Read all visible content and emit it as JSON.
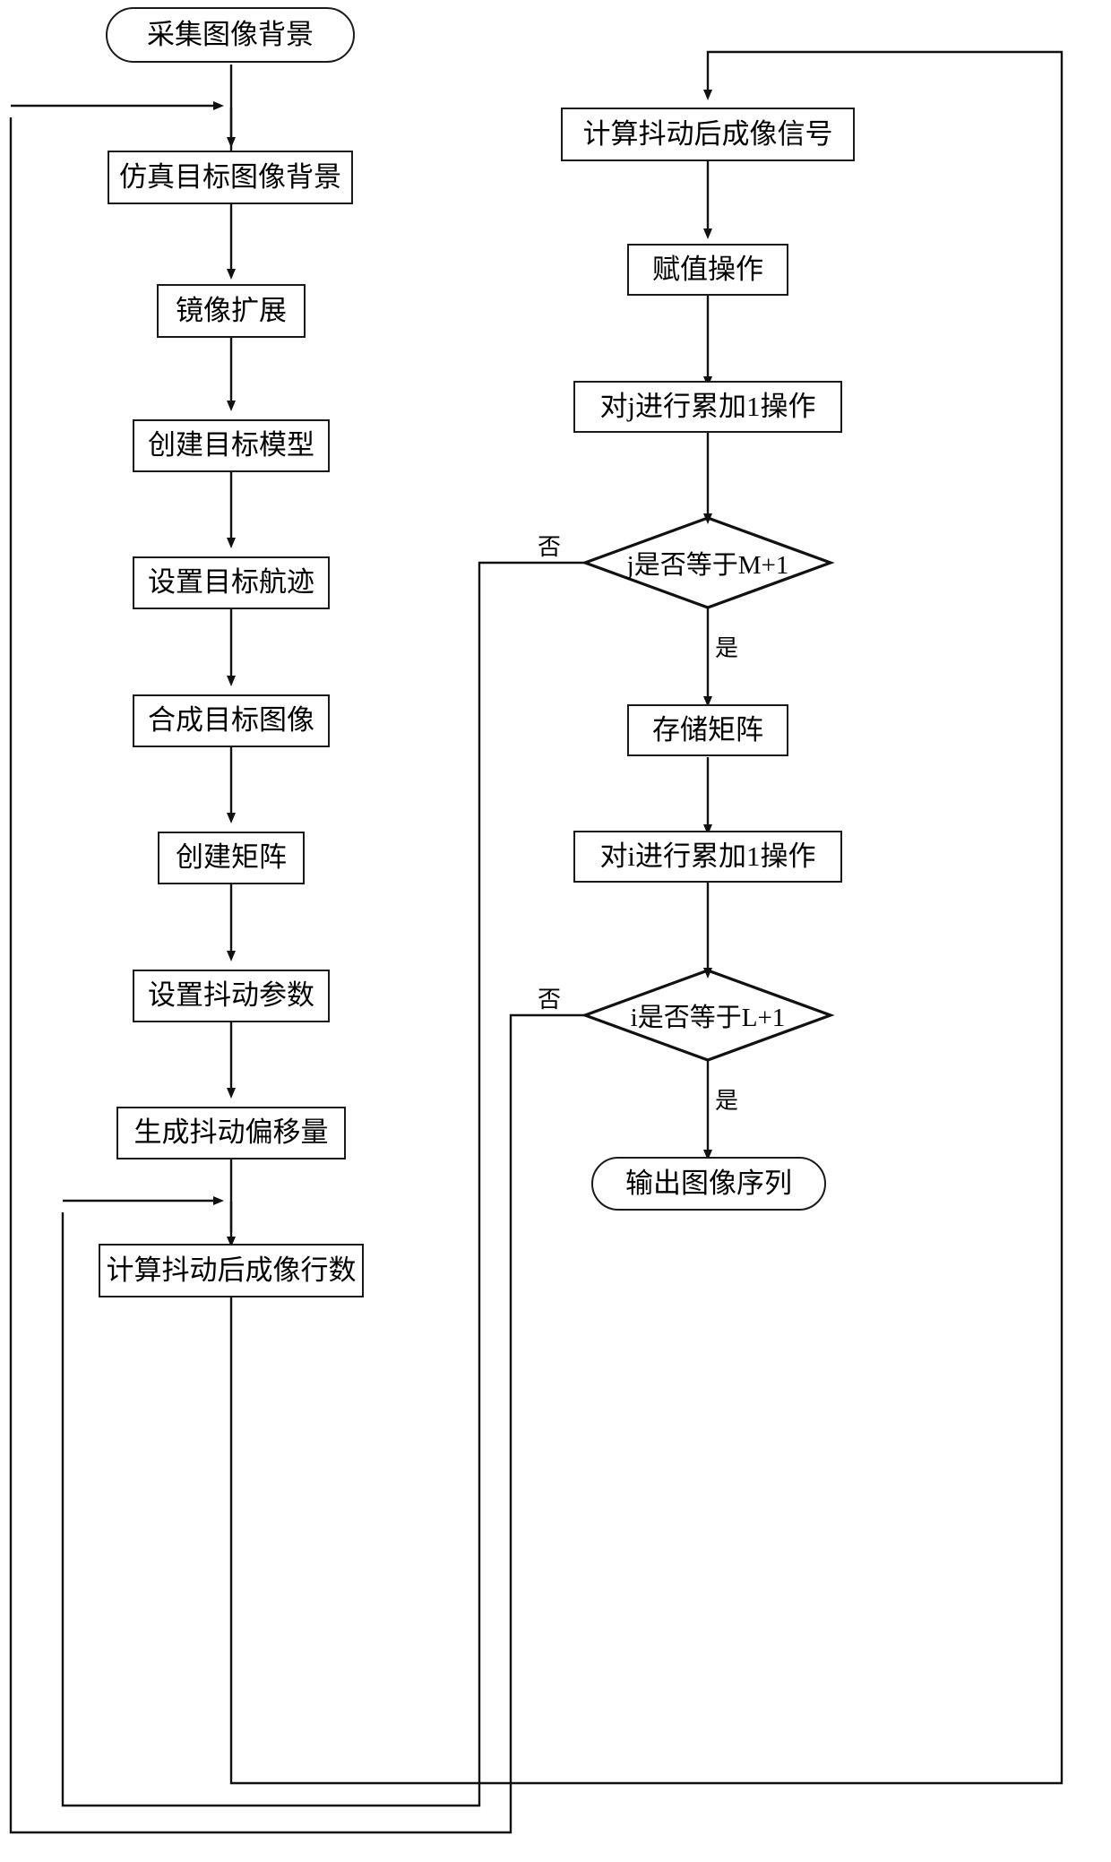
{
  "diagram": {
    "type": "flowchart",
    "title": "",
    "language": "zh-CN",
    "colors": {
      "stroke": "#1a1a1a",
      "fill": "#ffffff",
      "text": "#000000"
    },
    "left_column": {
      "start": {
        "label": "采集图像背景",
        "shape": "terminator"
      },
      "steps": [
        {
          "label": "仿真目标图像背景",
          "shape": "process"
        },
        {
          "label": "镜像扩展",
          "shape": "process"
        },
        {
          "label": "创建目标模型",
          "shape": "process"
        },
        {
          "label": "设置目标航迹",
          "shape": "process"
        },
        {
          "label": "合成目标图像",
          "shape": "process"
        },
        {
          "label": "创建矩阵",
          "shape": "process"
        },
        {
          "label": "设置抖动参数",
          "shape": "process"
        },
        {
          "label": "生成抖动偏移量",
          "shape": "process"
        },
        {
          "label": "计算抖动后成像行数",
          "shape": "process"
        }
      ]
    },
    "right_column": {
      "steps": [
        {
          "label": "计算抖动后成像信号",
          "shape": "process"
        },
        {
          "label": "赋值操作",
          "shape": "process"
        },
        {
          "label": "对j进行累加1操作",
          "shape": "process"
        }
      ],
      "decision_j": {
        "label": "j是否等于M+1",
        "shape": "decision",
        "no_label": "否",
        "yes_label": "是"
      },
      "after_j": [
        {
          "label": "存储矩阵",
          "shape": "process"
        },
        {
          "label": "对i进行累加1操作",
          "shape": "process"
        }
      ],
      "decision_i": {
        "label": "i是否等于L+1",
        "shape": "decision",
        "no_label": "否",
        "yes_label": "是"
      },
      "end": {
        "label": "输出图像序列",
        "shape": "terminator"
      }
    }
  }
}
